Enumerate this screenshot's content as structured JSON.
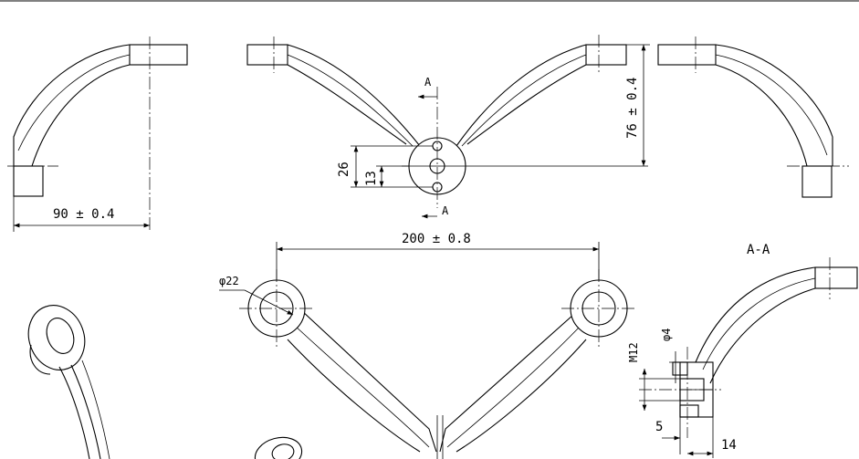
{
  "drawing": {
    "dimensions": {
      "width_overall": "90 ± 0.4",
      "height_overall": "76 ± 0.4",
      "hole_spacing": "26",
      "half_spacing": "13",
      "span": "200 ± 0.8",
      "diameter": "φ22",
      "thread": "M12",
      "pin_diameter": "φ4",
      "depth": "5",
      "length": "14"
    },
    "section_labels": {
      "top_marker": "A",
      "bottom_marker": "A",
      "section_title": "A-A"
    }
  }
}
